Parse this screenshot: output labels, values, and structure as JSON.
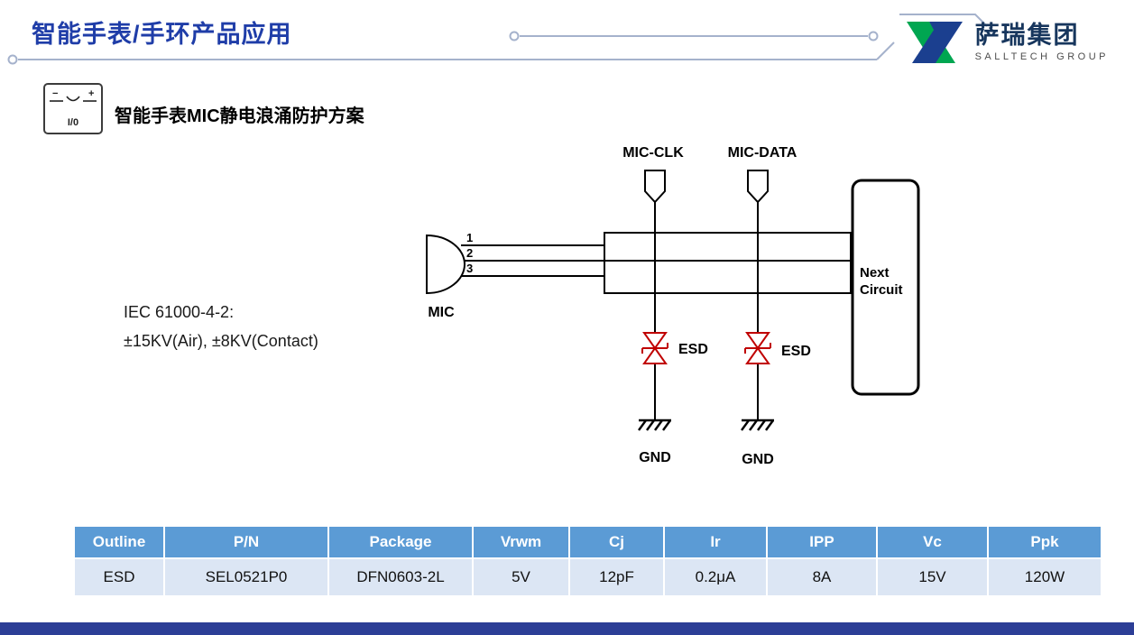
{
  "colors": {
    "title_blue": "#1F3DA8",
    "logo_navy": "#17365D",
    "logo_green": "#00A651",
    "logo_blue": "#1B3F8F",
    "decor_line": "#A5B2CC",
    "esd_red": "#C00000",
    "table_header_bg": "#5B9BD5",
    "table_row_bg": "#DCE6F4",
    "footer_bar_blue": "#2C3E96"
  },
  "header": {
    "title": "智能手表/手环产品应用"
  },
  "logo": {
    "name": "萨瑞集团",
    "subtitle": "SALLTECH GROUP"
  },
  "section": {
    "title": "智能手表MIC静电浪涌防护方案",
    "io_icon_label": "I/0"
  },
  "diagram": {
    "iec_line1": "IEC 61000-4-2:",
    "iec_line2": "±15KV(Air), ±8KV(Contact)",
    "mic_label": "MIC",
    "pin_labels": [
      "1",
      "2",
      "3"
    ],
    "signals": [
      "MIC-CLK",
      "MIC-DATA"
    ],
    "esd_label": "ESD",
    "gnd_label": "GND",
    "next_circuit": {
      "line1": "Next",
      "line2": "Circuit"
    }
  },
  "table": {
    "headers": [
      "Outline",
      "P/N",
      "Package",
      "Vrwm",
      "Cj",
      "Ir",
      "IPP",
      "Vc",
      "Ppk"
    ],
    "rows": [
      [
        "ESD",
        "SEL0521P0",
        "DFN0603-2L",
        "5V",
        "12pF",
        "0.2μA",
        "8A",
        "15V",
        "120W"
      ]
    ]
  }
}
